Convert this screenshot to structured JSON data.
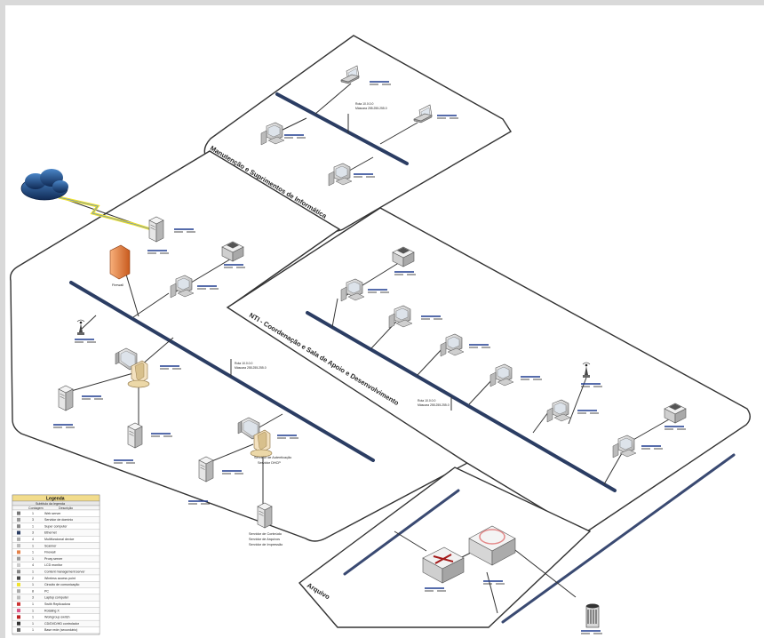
{
  "zones": {
    "manutencao": "Manutenção e Suprimentos de Informática",
    "nti": "NTI - Coordenação e Sala de Apoio e Desenvolvimento",
    "arquivo": "Arquivo"
  },
  "labels": {
    "firewall": "Firewall",
    "route_a_line1": "Rota 10.0.0.0",
    "route_a_line2": "Máscara 255.255.255.0",
    "route_b_line1": "Rota 10.0.0.0",
    "route_b_line2": "Máscara 255.255.255.0",
    "route_c_line1": "Rota 10.0.0.0",
    "route_c_line2": "Máscara 255.255.255.0",
    "server_auth_line1": "Servidor de Autenticação",
    "server_auth_line2": "Servidor DHCP",
    "server_files_line1": "Servidor de Conteúdo",
    "server_files_line2": "Servidor de Arquivos",
    "server_files_line3": "Servidor de Impressão"
  },
  "legend": {
    "title": "Legenda",
    "subtitle": "Subtítulo da legenda",
    "col_count": "Contagem",
    "col_desc": "Descrição",
    "rows": [
      {
        "count": "1",
        "desc": "Web server"
      },
      {
        "count": "3",
        "desc": "Servidor de domínio"
      },
      {
        "count": "1",
        "desc": "Super computer"
      },
      {
        "count": "3",
        "desc": "Ethernet"
      },
      {
        "count": "4",
        "desc": "Multifuncional device"
      },
      {
        "count": "1",
        "desc": "Scanner"
      },
      {
        "count": "1",
        "desc": "Firewall"
      },
      {
        "count": "1",
        "desc": "Proxy server"
      },
      {
        "count": "4",
        "desc": "LCD monitor"
      },
      {
        "count": "1",
        "desc": "Content management server"
      },
      {
        "count": "2",
        "desc": "Wireless access point"
      },
      {
        "count": "1",
        "desc": "Circuito de comunicação"
      },
      {
        "count": "8",
        "desc": "PC"
      },
      {
        "count": "3",
        "desc": "Laptop computer"
      },
      {
        "count": "1",
        "desc": "Swith Replicadora"
      },
      {
        "count": "1",
        "desc": "Rotating X"
      },
      {
        "count": "1",
        "desc": "Workgroup switch"
      },
      {
        "count": "1",
        "desc": "CD/DVD/HD controlador"
      },
      {
        "count": "1",
        "desc": "Base rede (secundário)"
      }
    ]
  },
  "colors": {
    "bus": "#2b3d63",
    "cloud": "#1f4f8f",
    "firewall": "#e5834a",
    "legend_header": "#f2dc8c"
  }
}
